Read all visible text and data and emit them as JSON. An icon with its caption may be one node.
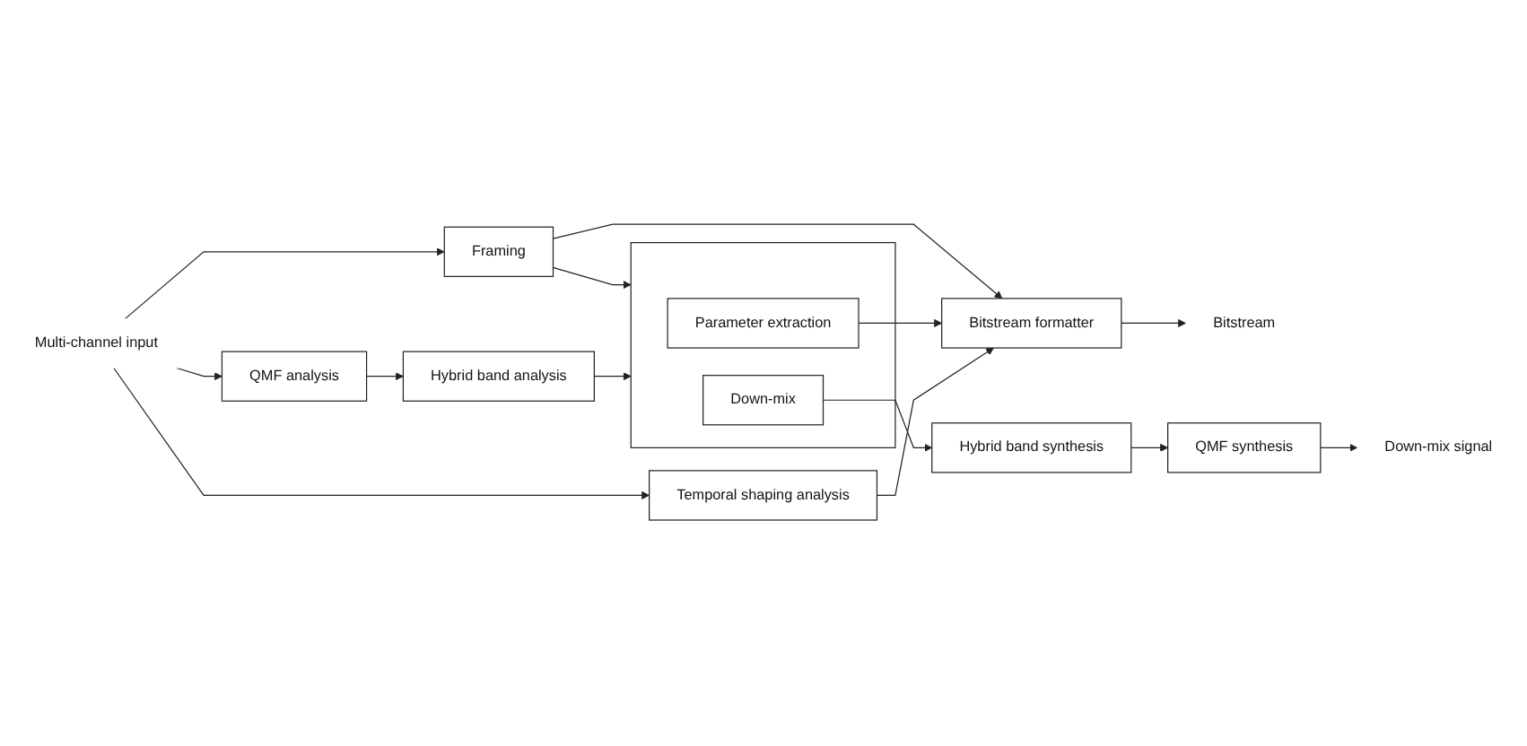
{
  "diagram": {
    "nodes": [
      {
        "text": [
          "Multi-channel input"
        ]
      },
      {
        "text": [
          "Framing"
        ]
      },
      {
        "text": [
          "QMF analysis"
        ]
      },
      {
        "text": [
          "Hybrid band analysis"
        ]
      },
      {
        "text": [
          "Temporal shaping analysis"
        ]
      },
      {
        "text": [],
        "shape": "box"
      },
      {
        "text": [
          "Parameter extraction"
        ],
        "in": 5
      },
      {
        "text": [
          "Down-mix"
        ],
        "in": 5
      },
      {
        "text": [
          "Bitstream formatter"
        ]
      },
      {
        "text": [
          "Bitstream"
        ]
      },
      {
        "text": [
          "Hybrid band synthesis"
        ]
      },
      {
        "text": [
          "QMF synthesis"
        ]
      },
      {
        "text": [
          "Down-mix signal"
        ]
      }
    ],
    "edges": [
      {
        "from": 0,
        "to": 1,
        "arrow": "to"
      },
      {
        "from": 0,
        "to": 2,
        "arrow": "to"
      },
      {
        "from": 0,
        "to": 4,
        "arrow": "to"
      },
      {
        "from": 1,
        "to": 5,
        "arrow": "to"
      },
      {
        "from": 1,
        "to": 8,
        "arrow": "to"
      },
      {
        "from": 2,
        "to": 3,
        "arrow": "to"
      },
      {
        "from": 3,
        "to": 5,
        "arrow": "to"
      },
      {
        "from": 6,
        "to": 8,
        "arrow": "to"
      },
      {
        "from": 4,
        "to": 8,
        "arrow": "to"
      },
      {
        "from": 8,
        "to": 9,
        "arrow": "to"
      },
      {
        "from": 7,
        "to": 10,
        "arrow": "to"
      },
      {
        "from": 10,
        "to": 11,
        "arrow": "to"
      },
      {
        "from": 11,
        "to": 12,
        "arrow": "to"
      }
    ]
  }
}
